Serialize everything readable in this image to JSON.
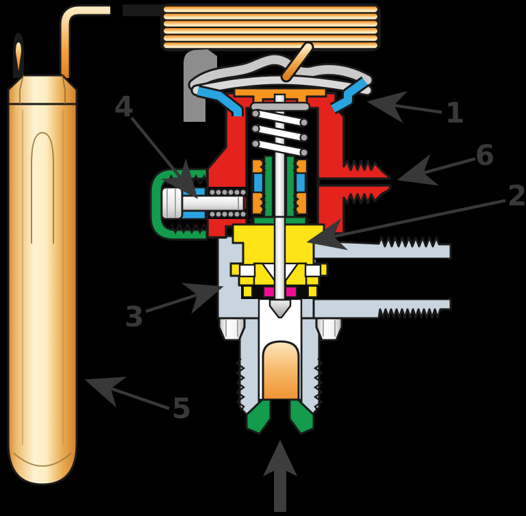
{
  "diagram": {
    "subject": "thermostatic-expansion-valve-cutaway",
    "flow_arrow_direction": "up"
  },
  "callouts": [
    {
      "text": "1",
      "points_to": "diaphragm-clamp"
    },
    {
      "text": "2",
      "points_to": "valve-seat-assembly"
    },
    {
      "text": "3",
      "points_to": "valve-body"
    },
    {
      "text": "4",
      "points_to": "superheat-adjustment-screw"
    },
    {
      "text": "5",
      "points_to": "sensing-bulb"
    },
    {
      "text": "6",
      "points_to": "external-equalizer-port"
    }
  ],
  "colors": {
    "background": "#000000",
    "red": "#e3231c",
    "green": "#129c4b",
    "blue": "#2aa4e0",
    "orange": "#f7941e",
    "yellow": "#ffe415",
    "magenta": "#ec0e8e",
    "body_gray": "#c8d5e0",
    "bracket_gray": "#8d8d8d",
    "diaphragm_gray": "#c9c9c9",
    "ball_gray": "#a8a8a8",
    "copper": "#f0a143",
    "copper_light": "#fdf0c8",
    "label": "#383838"
  }
}
